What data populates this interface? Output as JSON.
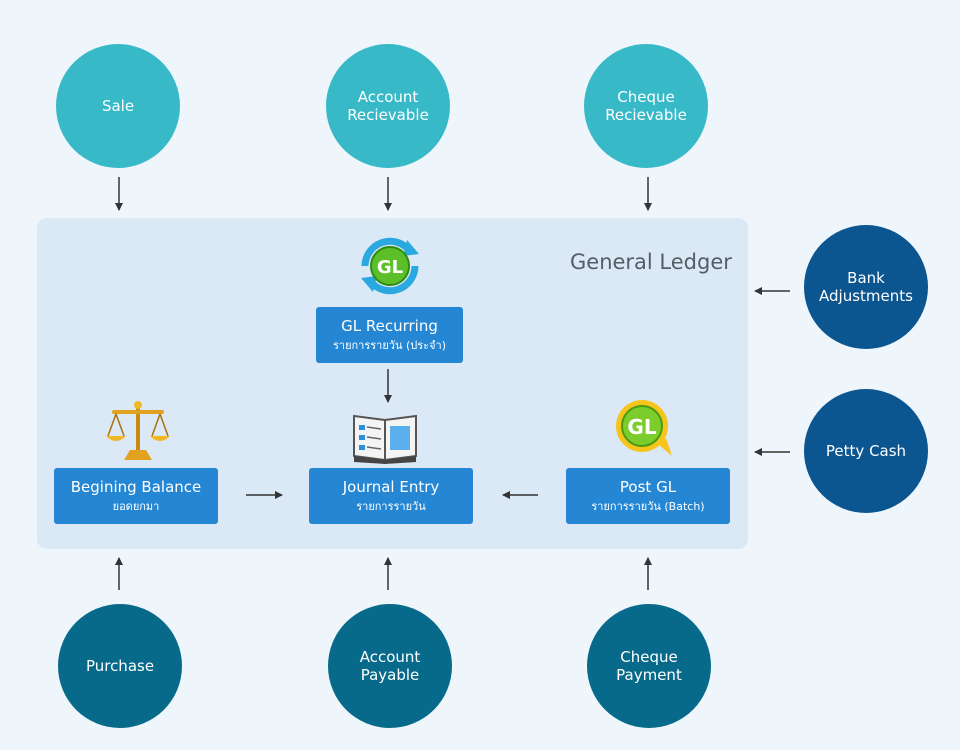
{
  "diagram": {
    "title": "General Ledger",
    "top_sources": [
      {
        "label_line1": "Sale",
        "label_line2": ""
      },
      {
        "label_line1": "Account",
        "label_line2": "Recievable"
      },
      {
        "label_line1": "Cheque",
        "label_line2": "Recievable"
      }
    ],
    "right_sources": [
      {
        "label_line1": "Bank",
        "label_line2": "Adjustments"
      },
      {
        "label_line1": "Petty Cash",
        "label_line2": ""
      }
    ],
    "bottom_sources": [
      {
        "label_line1": "Purchase",
        "label_line2": ""
      },
      {
        "label_line1": "Account",
        "label_line2": "Payable"
      },
      {
        "label_line1": "Cheque",
        "label_line2": "Payment"
      }
    ],
    "modules": {
      "gl_recurring": {
        "title": "GL Recurring",
        "subtitle": "รายการรายวัน (ประจำ)"
      },
      "beginning_balance": {
        "title": "Begining Balance",
        "subtitle": "ยอดยกมา"
      },
      "journal_entry": {
        "title": "Journal Entry",
        "subtitle": "รายการรายวัน"
      },
      "post_gl": {
        "title": "Post GL",
        "subtitle": "รายการรายวัน (Batch)"
      }
    },
    "icons": {
      "gl_recurring": "gl-refresh-icon",
      "beginning_balance": "scales-icon",
      "journal_entry": "open-book-icon",
      "post_gl": "gl-post-icon"
    },
    "colors": {
      "top_circle": "#38b9c8",
      "right_circle": "#0b5591",
      "bottom_circle": "#086a8a",
      "module_box": "#2587d4",
      "panel": "#dbe8f5"
    }
  }
}
